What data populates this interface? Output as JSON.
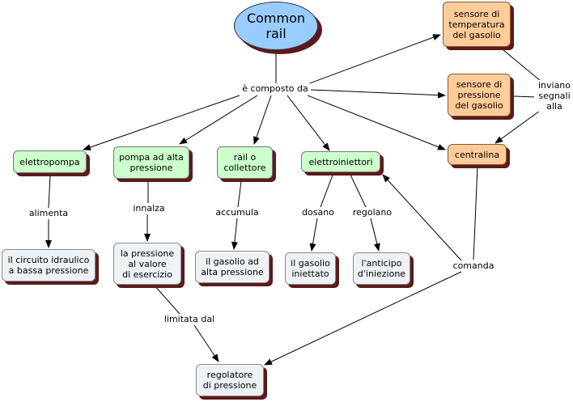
{
  "nodes": {
    "common_rail": "Common\nrail",
    "sensore_temperatura": "sensore di\ntemperatura\ndel gasolio",
    "sensore_pressione": "sensore di\npressione\ndel gasolio",
    "centralina": "centralina",
    "elettropompa": "elettropompa",
    "pompa_alta": "pompa ad alta\npressione",
    "rail_collettore": "rail o\ncollettore",
    "elettroiniettori": "elettroiniettori",
    "circuito": "il circuito idraulico\na bassa pressione",
    "pressione_valore": "la pressione\nal valore\ndi esercizio",
    "gasolio_alta": "il gasolio ad\nalta pressione",
    "gasolio_iniettato": "il gasolio\niniettato",
    "anticipo": "l'anticipo\nd'iniezione",
    "regolatore": "regolatore\ndi pressione"
  },
  "links": {
    "composto_da": "è composto da",
    "inviano": "inviano\nsegnali\nalla",
    "alimenta": "alimenta",
    "innalza": "innalza",
    "accumula": "accumula",
    "dosano": "dosano",
    "regolano": "regolano",
    "comanda": "comanda",
    "limitata_dal": "limitata dal"
  },
  "colors": {
    "oval": "#99ccff",
    "green": "#ccffcc",
    "orange": "#ffcc99",
    "light": "#eef2f4",
    "shadow": "#5c1a1a",
    "line": "#000000"
  }
}
